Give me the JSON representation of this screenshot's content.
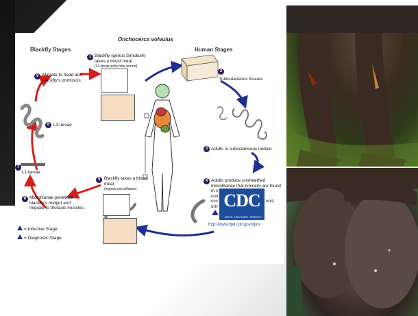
{
  "diagram": {
    "title": "Onchocerca volvulus",
    "blackfly_header": "Blackfly Stages",
    "human_header": "Human Stages",
    "steps": [
      {
        "num": "1",
        "text": "Blackfly (genus Simulium) takes a blood meal",
        "sub": "(L3 larvae enter bite wound)"
      },
      {
        "num": "2",
        "text": "Subcutaneous tissues",
        "sub": ""
      },
      {
        "num": "3",
        "text": "Adults in subcutaneous nodule",
        "sub": ""
      },
      {
        "num": "4",
        "text": "Adults produce unsheathed microfilariae that typically are found in skin and in lymphatics of connective tissues, but also occasionally in peripheral blood, urine, and sputum.",
        "sub": ""
      },
      {
        "num": "5",
        "text": "Blackfly takes a blood meal",
        "sub": "(ingests microfilariae)"
      },
      {
        "num": "6",
        "text": "Microfilariae penetrate blackfly's midgut and migrate to thoracic muscles",
        "sub": ""
      },
      {
        "num": "7",
        "text": "L1 larvae",
        "sub": ""
      },
      {
        "num": "8",
        "text": "L3 larvae",
        "sub": ""
      },
      {
        "num": "9",
        "text": "Migrate to head and blackfly's proboscis",
        "sub": ""
      }
    ],
    "legend": {
      "infective": "= Infective Stage",
      "diagnostic": "= Diagnostic Stage"
    },
    "cdc_logo": "CDC",
    "cdc_tagline": "SAFER · HEALTHIER · PEOPLE™",
    "url": "http://www.dpd.cdc.gov/dpdx"
  },
  "colors": {
    "blackfly_arrow": "#d41f1f",
    "human_arrow": "#1f2f8f",
    "badge": "#2a1a55",
    "cdc_blue": "#1d4e9e"
  }
}
